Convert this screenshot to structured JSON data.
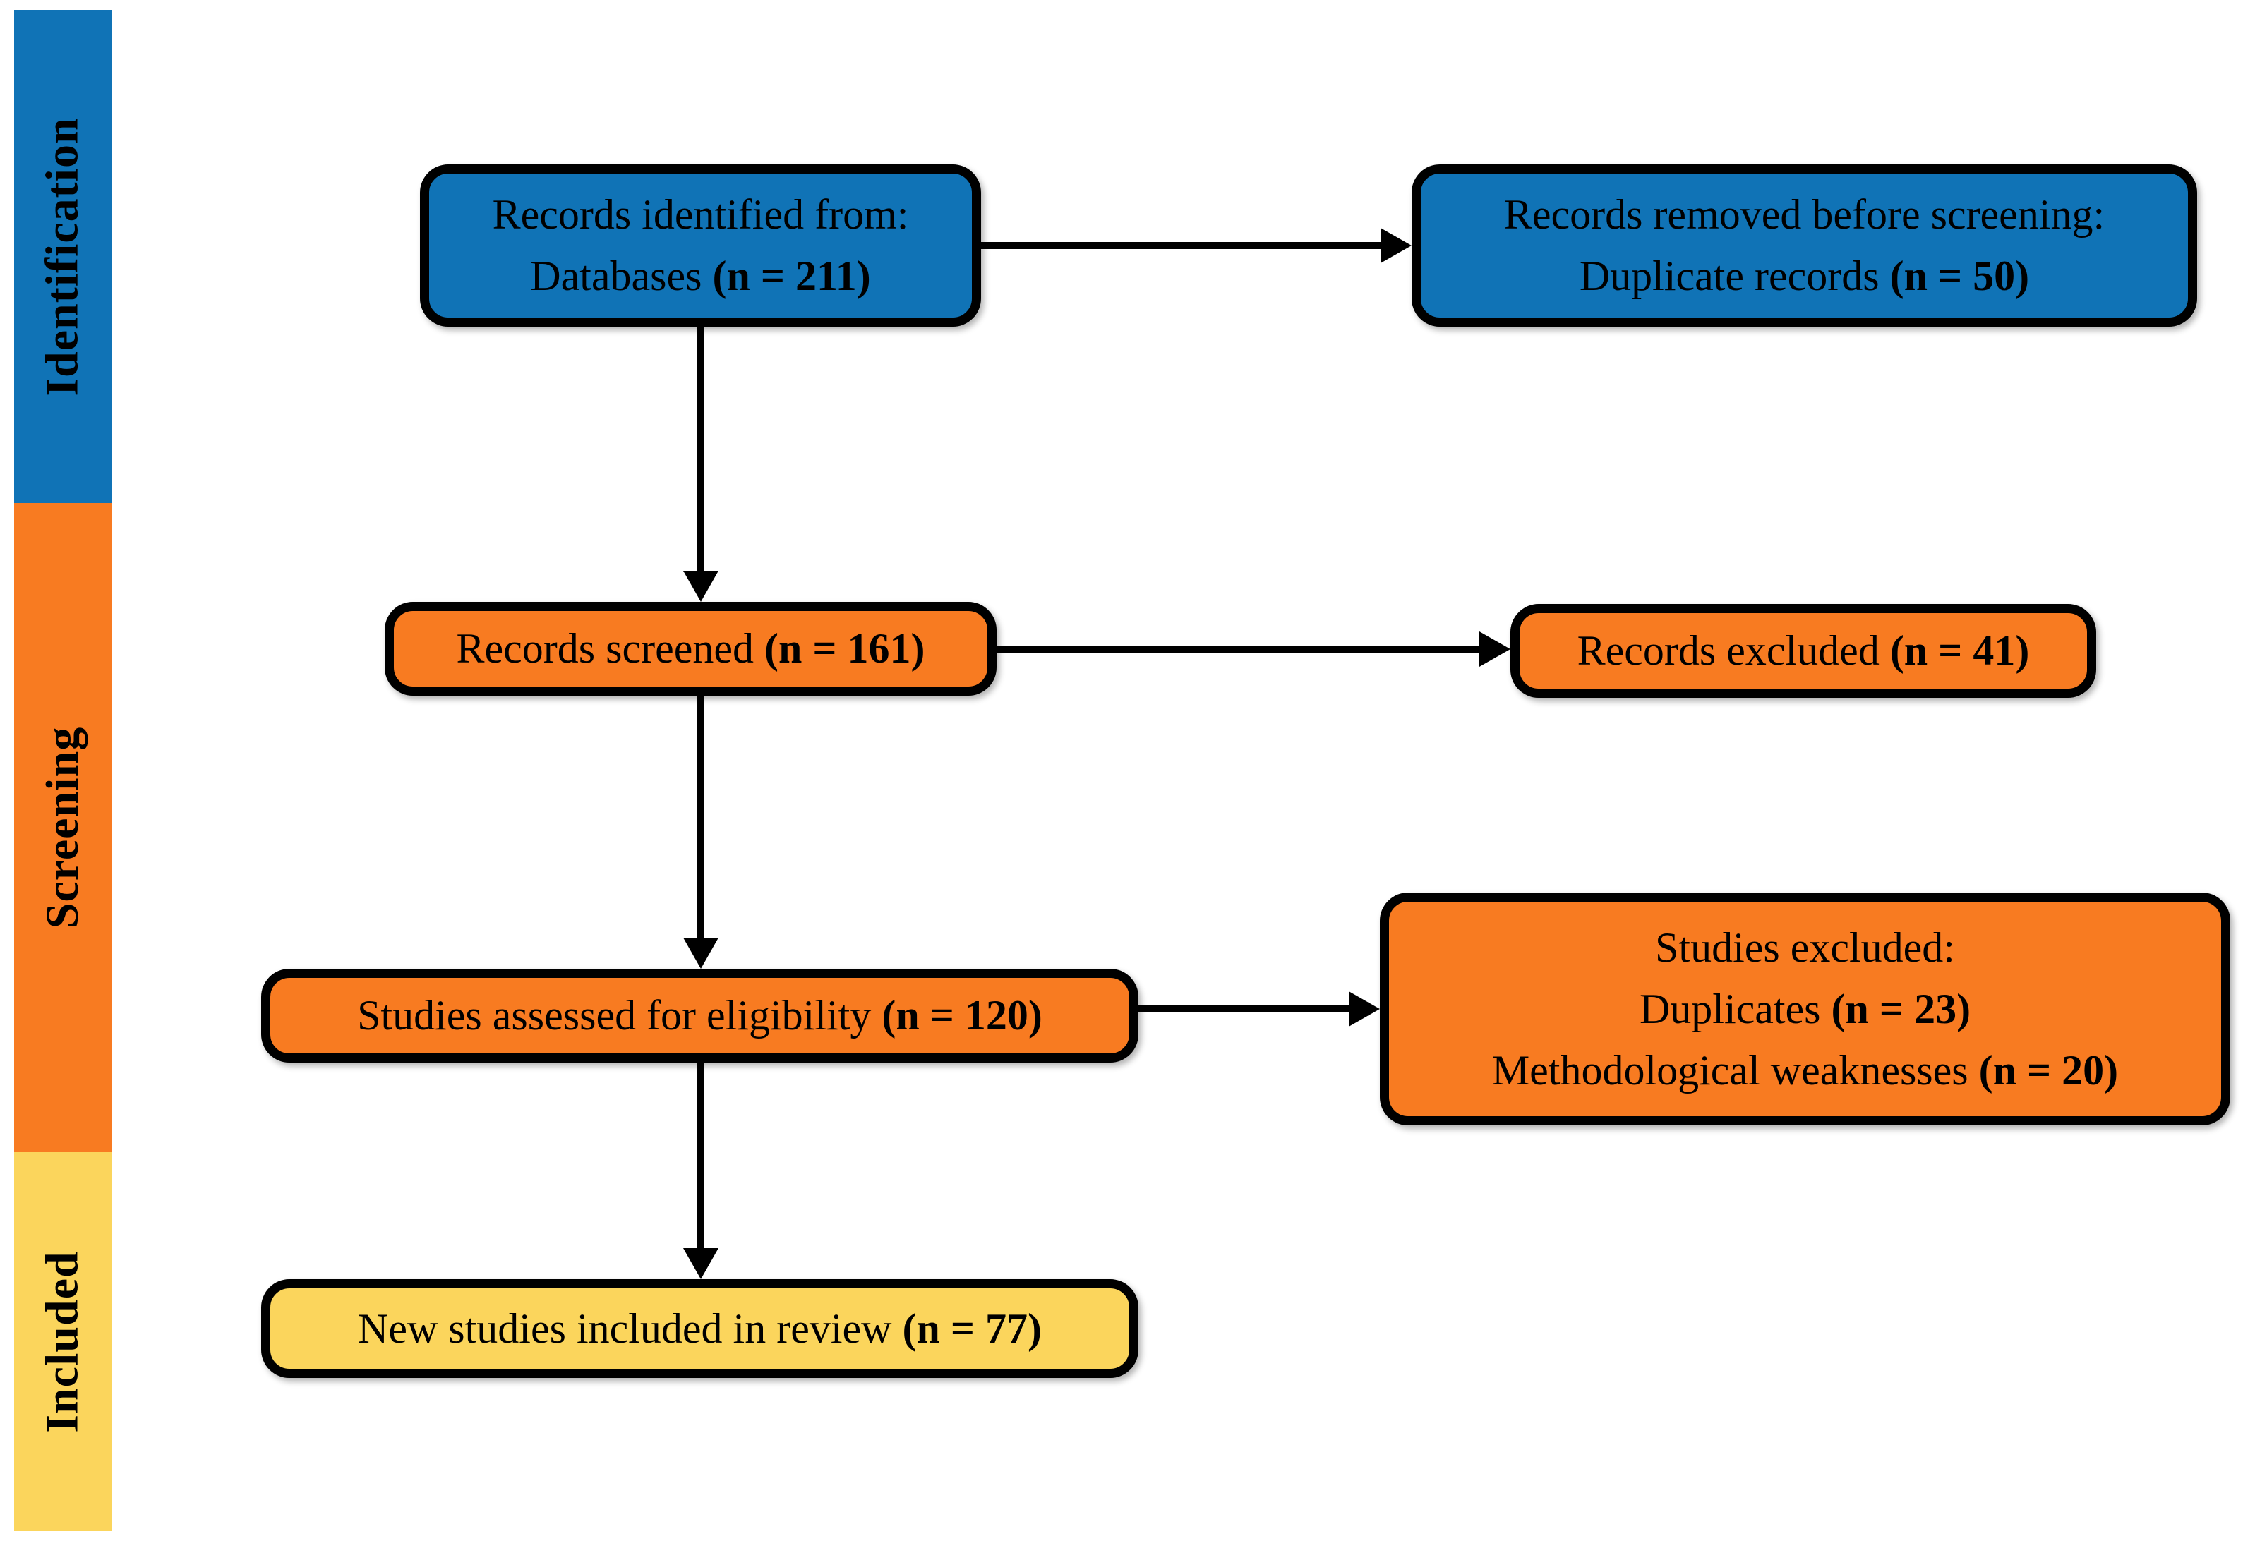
{
  "colors": {
    "identification": "#1073B6",
    "screening": "#F87B21",
    "included": "#FBD55C",
    "box-border": "#000000",
    "arrow": "#000000",
    "background": "#FFFFFF"
  },
  "sidebar": {
    "bands": [
      {
        "id": "identification",
        "label": "Identification"
      },
      {
        "id": "screening",
        "label": "Screening"
      },
      {
        "id": "included",
        "label": "Included"
      }
    ]
  },
  "boxes": {
    "records_identified": {
      "line1": "Records identified from:",
      "line2": "Databases ",
      "line2_n": "(n = 211)"
    },
    "records_removed": {
      "line1": "Records removed before screening:",
      "line2": "Duplicate records ",
      "line2_n": "(n = 50)"
    },
    "records_screened": {
      "text": "Records screened ",
      "n": "(n = 161)"
    },
    "records_excluded": {
      "text": "Records excluded ",
      "n": "(n = 41)"
    },
    "studies_assessed": {
      "text": "Studies assessed for eligibility ",
      "n": "(n = 120)"
    },
    "studies_excluded": {
      "line1": "Studies excluded:",
      "line2": "Duplicates ",
      "line2_n": "(n = 23)",
      "line3": "Methodological weaknesses ",
      "line3_n": "(n = 20)"
    },
    "new_studies_included": {
      "text": "New studies included in review ",
      "n": "(n = 77)"
    }
  }
}
